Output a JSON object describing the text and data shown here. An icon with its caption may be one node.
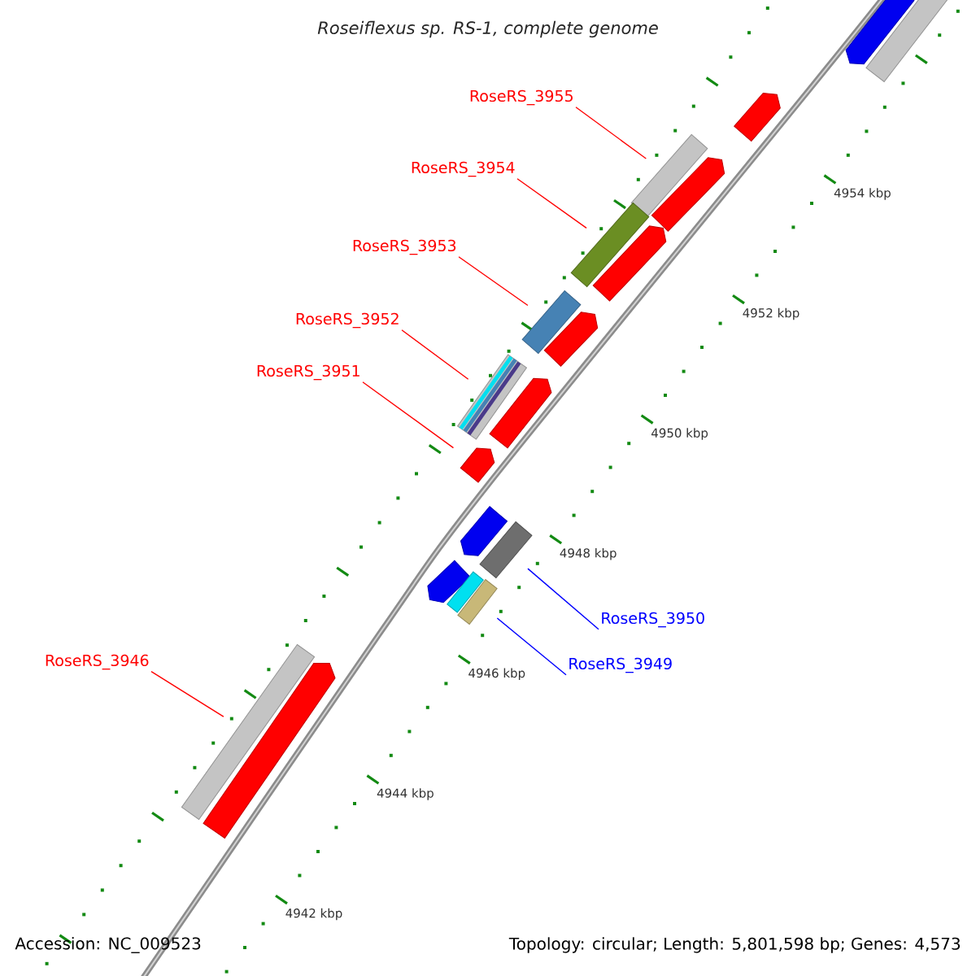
{
  "diagram": {
    "title": "Roseiflexus sp. RS-1, complete genome",
    "nodes": [
      {
        "text": [
          "RoseRS_3955"
        ]
      },
      {
        "text": [],
        "shape": "bar"
      },
      {
        "text": [
          "RoseRS_3954"
        ]
      },
      {
        "text": [],
        "shape": "bar"
      },
      {
        "text": [
          "RoseRS_3953"
        ]
      },
      {
        "text": [],
        "shape": "bar"
      },
      {
        "text": [
          "RoseRS_3952"
        ]
      },
      {
        "text": [],
        "shape": "bar"
      },
      {
        "text": [
          "RoseRS_3951"
        ]
      },
      {
        "text": [],
        "shape": "arrow"
      },
      {
        "text": [
          "RoseRS_3950"
        ]
      },
      {
        "text": [],
        "shape": "bar"
      },
      {
        "text": [
          "RoseRS_3946"
        ]
      },
      {
        "text": [],
        "shape": "bar"
      },
      {
        "text": [
          "RoseRS_3949"
        ]
      },
      {
        "text": [],
        "shape": "bar"
      },
      {
        "text": [],
        "shape": "bar"
      },
      {
        "text": [],
        "shape": "arrow"
      },
      {
        "text": [],
        "shape": "arrow"
      },
      {
        "text": [],
        "shape": "arrow"
      },
      {
        "text": [],
        "shape": "arrow"
      },
      {
        "text": [],
        "shape": "arrow"
      },
      {
        "text": [],
        "shape": "arrow"
      },
      {
        "text": [],
        "shape": "arrow"
      },
      {
        "text": [],
        "shape": "arrow"
      },
      {
        "text": [],
        "shape": "bar"
      },
      {
        "text": [],
        "shape": "arrow"
      }
    ],
    "edges": [
      {
        "from": 0,
        "to": 1,
        "arrow": "none"
      },
      {
        "from": 2,
        "to": 3,
        "arrow": "none"
      },
      {
        "from": 4,
        "to": 5,
        "arrow": "none"
      },
      {
        "from": 6,
        "to": 7,
        "arrow": "none"
      },
      {
        "from": 8,
        "to": 9,
        "arrow": "none"
      },
      {
        "from": 10,
        "to": 11,
        "arrow": "none",
        "color": "#0000ff"
      },
      {
        "from": 12,
        "to": 13,
        "arrow": "none"
      },
      {
        "from": 14,
        "to": 15,
        "arrow": "none",
        "color": "#0000ff"
      }
    ],
    "labels": [
      "4954 kbp",
      "4952 kbp",
      "4950 kbp",
      "4948 kbp",
      "4946 kbp",
      "4944 kbp",
      "4942 kbp",
      "Accession: NC_009523",
      "Topology: circular; Length: 5,801,598 bp; Genes: 4,573"
    ]
  }
}
